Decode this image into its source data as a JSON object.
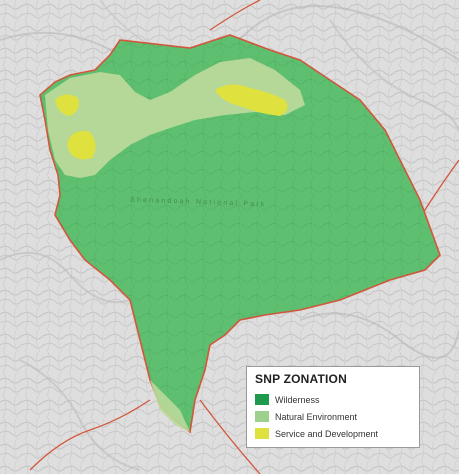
{
  "map": {
    "park_label": "Shenandoah National Park",
    "colors": {
      "terrain_bg": "#dcdcdc",
      "wilderness": "#1e9a4c",
      "natural_environment": "#6cc17a",
      "natural_environment_light": "#b9d99a",
      "service_development": "#dfe23e",
      "boundary": "#d2573b"
    }
  },
  "legend": {
    "title": "SNP ZONATION",
    "items": [
      {
        "key": "wilderness",
        "label": "Wilderness",
        "color": "#1e9a4c"
      },
      {
        "key": "natural-environment",
        "label": "Natural Environment",
        "color": "#9cd08c"
      },
      {
        "key": "service-development",
        "label": "Service and Development",
        "color": "#dfe23e"
      }
    ]
  }
}
